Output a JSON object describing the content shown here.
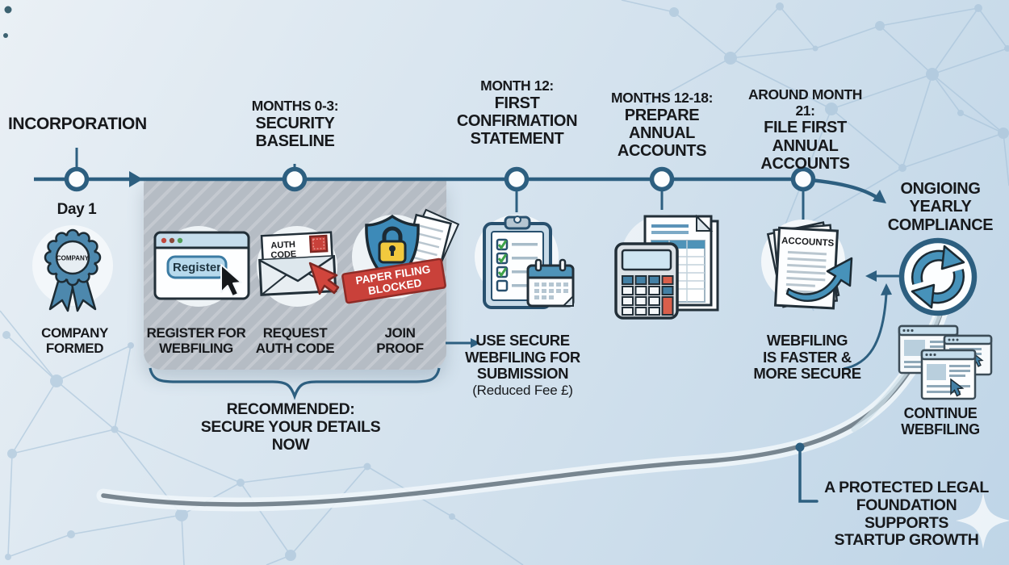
{
  "milestones": {
    "incorporation": {
      "title": "INCORPORATION",
      "day": "Day 1",
      "badge_text": "COMPANY",
      "caption": [
        "COMPANY",
        "FORMED"
      ]
    },
    "security": {
      "eyebrow": "MONTHS 0-3:",
      "title": "SECURITY BASELINE",
      "steps": [
        {
          "label": [
            "REGISTER FOR",
            "WEBFILING"
          ],
          "button_text": "Register"
        },
        {
          "label": [
            "REQUEST",
            "AUTH CODE"
          ],
          "envelope_text": [
            "AUTH",
            "CODE"
          ]
        },
        {
          "label": [
            "JOIN",
            "PROOF"
          ],
          "banner_text": [
            "PAPER FILING",
            "BLOCKED"
          ]
        }
      ],
      "recommendation": [
        "RECOMMENDED:",
        "SECURE YOUR DETAILS NOW"
      ]
    },
    "confirmation": {
      "eyebrow": "MONTH 12:",
      "title": [
        "FIRST",
        "CONFIRMATION",
        "STATEMENT"
      ],
      "callout": [
        "USE SECURE",
        "WEBFILING FOR",
        "SUBMISSION"
      ],
      "callout_note": "(Reduced Fee £)"
    },
    "prepare_accounts": {
      "eyebrow": "MONTHS 12-18:",
      "title": [
        "PREPARE",
        "ANNUAL",
        "ACCOUNTS"
      ]
    },
    "file_accounts": {
      "eyebrow": "AROUND MONTH 21:",
      "title": [
        "FILE FIRST",
        "ANNUAL",
        "ACCOUNTS"
      ],
      "document_label": "ACCOUNTS",
      "callout": [
        "WEBFILING",
        "IS FASTER &",
        "MORE SECURE"
      ]
    },
    "ongoing": {
      "title": [
        "ONGIOING",
        "YEARLY",
        "COMPLIANCE"
      ],
      "caption": [
        "CONTINUE",
        "WEBFILING"
      ]
    }
  },
  "footer_note": [
    "A PROTECTED LEGAL",
    "FOUNDATION SUPPORTS",
    "STARTUP GROWTH"
  ],
  "colors": {
    "timeline_blue": "#2d5f80",
    "accent_blue": "#4792ba",
    "alert_red": "#c9413a",
    "lock_yellow": "#f2c93e",
    "highlight_box_gray": "#b6bdc5"
  }
}
